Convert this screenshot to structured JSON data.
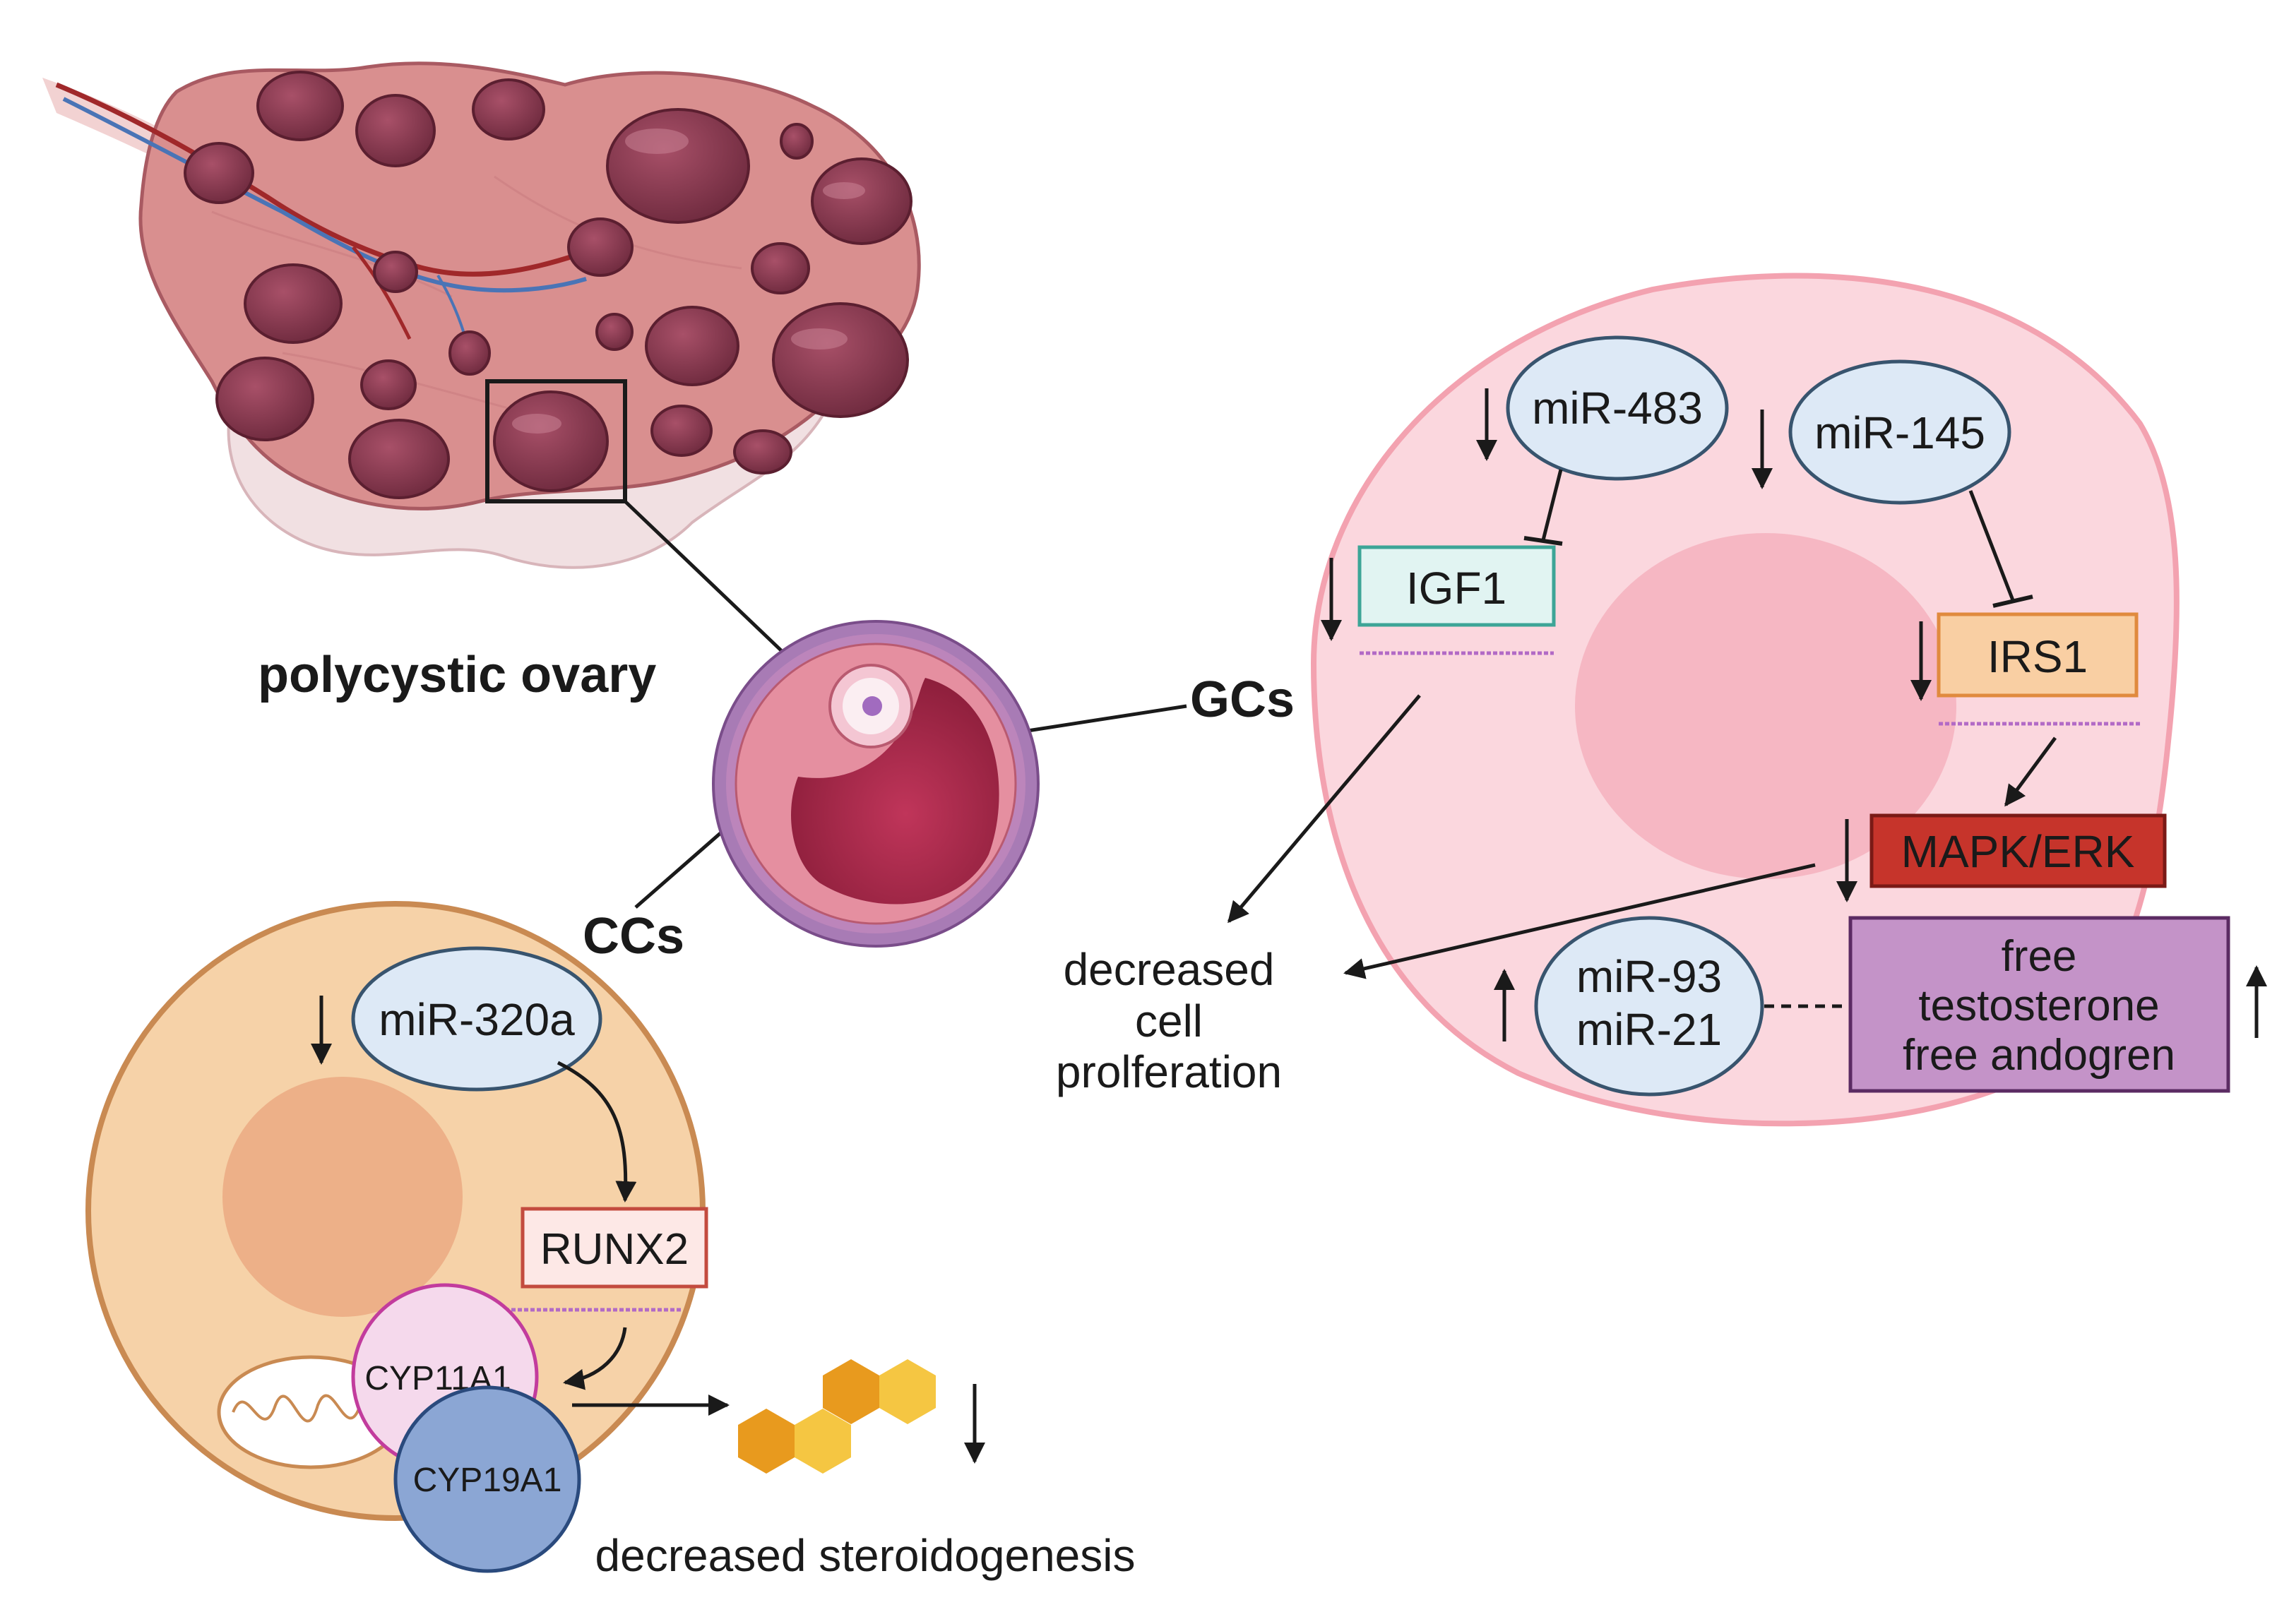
{
  "labels": {
    "polycystic_ovary": "polycystic ovary",
    "gcs": "GCs",
    "ccs": "CCs",
    "decreased_cell_proliferation": [
      "decreased",
      "cell",
      "prolferation"
    ],
    "decreased_steroidogenesis": "decreased steroidogenesis"
  },
  "gc_cell": {
    "mir_483": "miR-483",
    "mir_145": "miR-145",
    "igf1": "IGF1",
    "irs1": "IRS1",
    "mapk_erk": "MAPK/ERK",
    "mir_93": "miR-93",
    "mir_21": "miR-21",
    "hormones": [
      "free",
      "testosterone",
      "free andogren"
    ]
  },
  "cc_cell": {
    "mir_320a": "miR-320a",
    "runx2": "RUNX2",
    "cyp11a1": "CYP11A1",
    "cyp19a1": "CYP19A1"
  },
  "colors": {
    "ovary_tissue": "#d98f8f",
    "cyst": "#8e3a52",
    "gc_cell": "#fbd7de",
    "gc_border": "#f3a2b0",
    "cc_cell": "#f6d2a8",
    "cc_border": "#c98a52",
    "mirna_fill": "#dde9f6",
    "mirna_stroke": "#38546e",
    "mapk": "#c6342b",
    "hormone_box": "#c493c8",
    "steroid_hex": "#f0b02a"
  }
}
